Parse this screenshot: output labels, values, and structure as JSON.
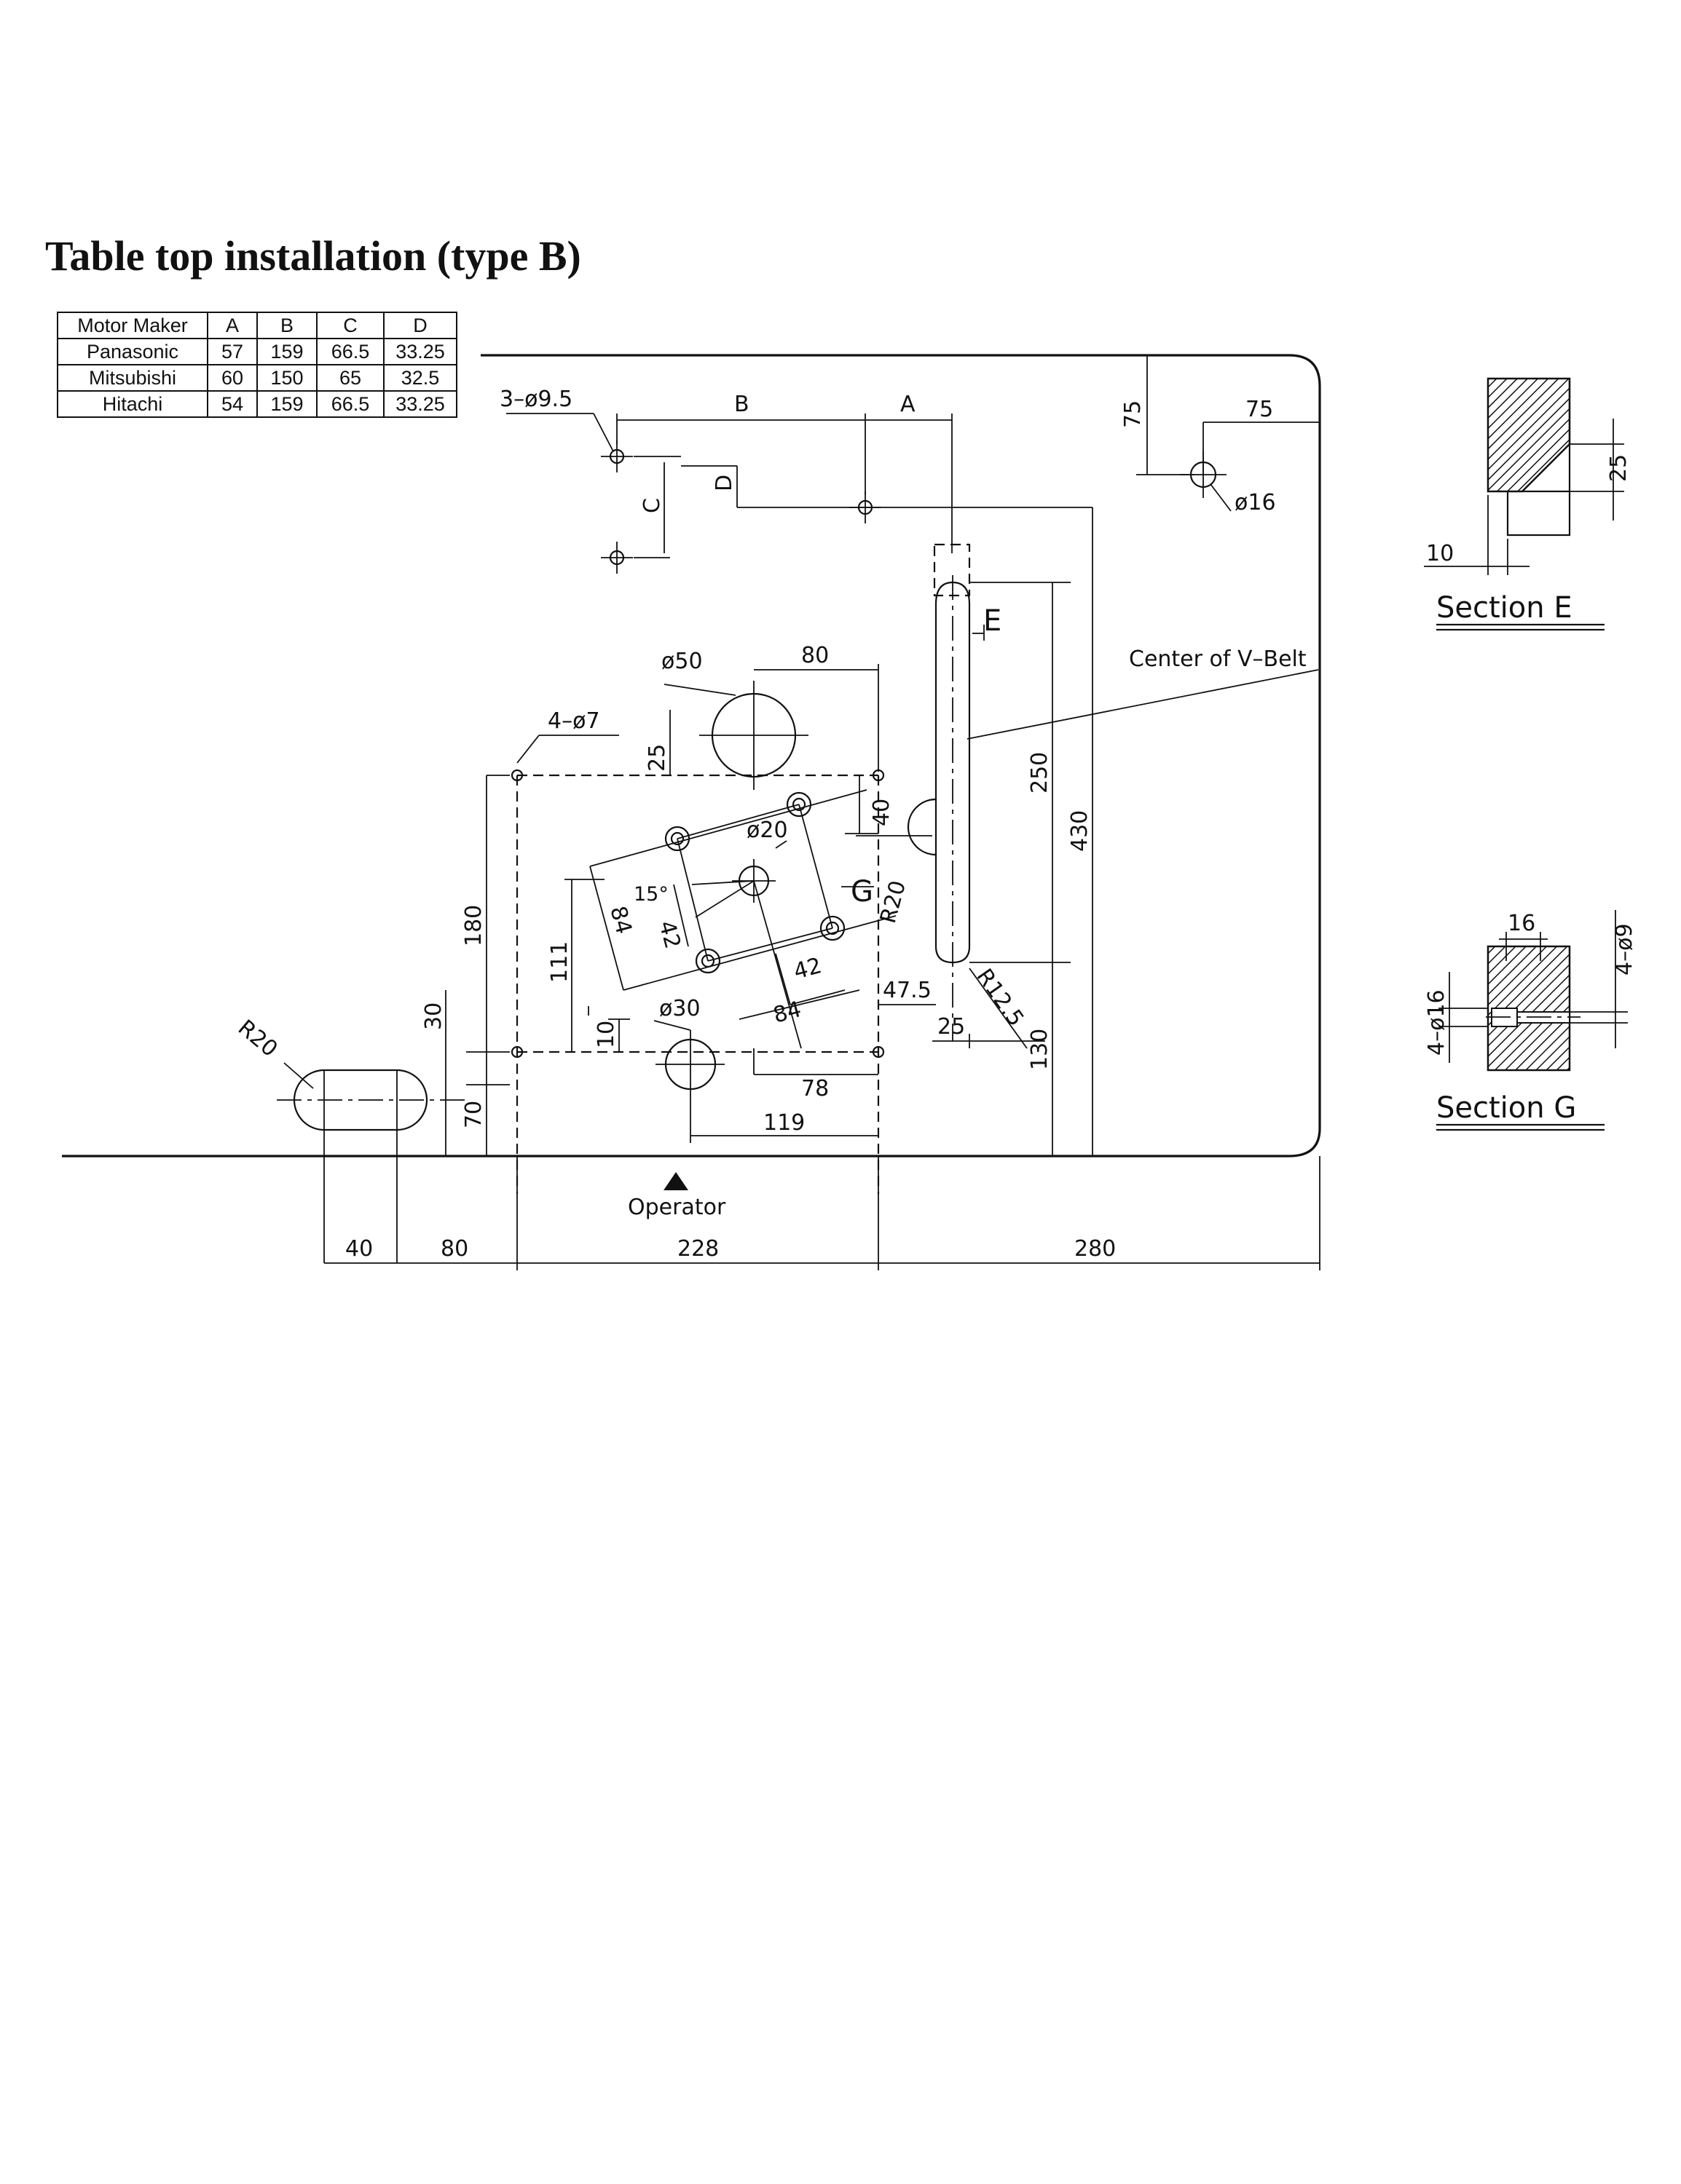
{
  "title": "Table top installation (type B)",
  "motor_table": {
    "headers": [
      "Motor Maker",
      "A",
      "B",
      "C",
      "D"
    ],
    "rows": [
      [
        "Panasonic",
        "57",
        "159",
        "66.5",
        "33.25"
      ],
      [
        "Mitsubishi",
        "60",
        "150",
        "65",
        "32.5"
      ],
      [
        "Hitachi",
        "54",
        "159",
        "66.5",
        "33.25"
      ]
    ]
  },
  "labels": {
    "holes_3": "3–ø9.5",
    "dim_B": "B",
    "dim_A": "A",
    "dim_C": "C",
    "dim_D": "D",
    "dim_75_v": "75",
    "dim_75_h": "75",
    "dia_16": "ø16",
    "dia_50": "ø50",
    "dim_80_top": "80",
    "holes_4": "4–ø7",
    "dim_25_a": "25",
    "dim_40": "40",
    "dia_20": "ø20",
    "angle_15": "15°",
    "dim_84_a": "84",
    "dim_42_a": "42",
    "dim_42_b": "42",
    "dim_84_b": "84",
    "dim_111": "111",
    "dim_180": "180",
    "dim_30": "30",
    "dim_10": "10",
    "dia_30": "ø30",
    "dim_78": "78",
    "dim_119": "119",
    "dim_70": "70",
    "r20_slot": "R20",
    "r20_notch": "R20",
    "r12_5": "R12.5",
    "dim_47_5": "47.5",
    "dim_25_b": "25",
    "dim_250": "250",
    "dim_430": "430",
    "dim_130": "130",
    "center_vbelt": "Center of V–Belt",
    "mark_E": "E",
    "mark_G": "G",
    "operator": "Operator",
    "bottom_dims": [
      "40",
      "80",
      "228",
      "280"
    ],
    "section_e": {
      "title": "Section  E",
      "dim_25": "25",
      "dim_10": "10"
    },
    "section_g": {
      "title": "Section  G",
      "dim_16": "16",
      "holes_9": "4–ø9",
      "holes_16": "4–ø16"
    }
  }
}
